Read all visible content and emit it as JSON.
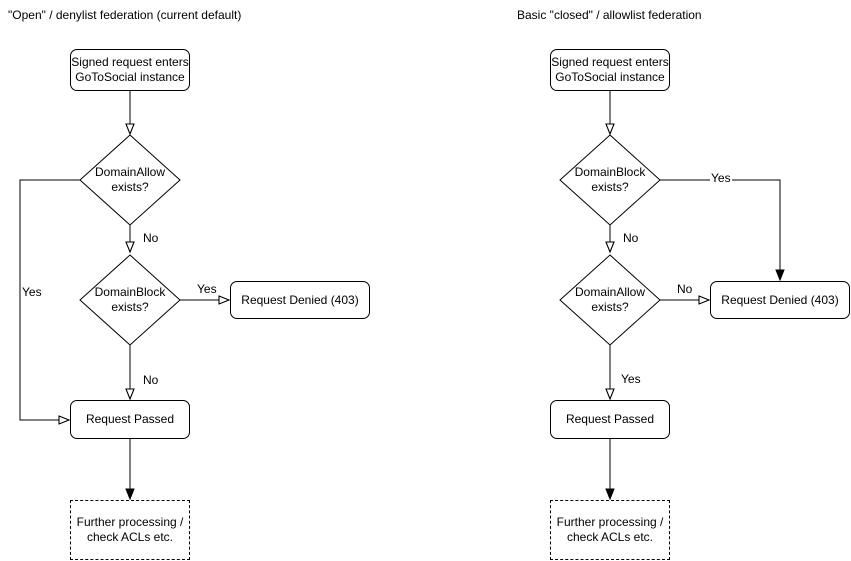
{
  "canvas": {
    "background": "#ffffff",
    "line_color": "#000000",
    "text_color": "#000000"
  },
  "left": {
    "title": "\"Open\" / denylist federation (current default)",
    "nodes": {
      "start": "Signed request enters\nGoToSocial instance",
      "decision1": "DomainAllow\nexists?",
      "decision2": "DomainBlock\nexists?",
      "denied": "Request Denied (403)",
      "passed": "Request Passed",
      "further": "Further processing /\ncheck ACLs etc."
    },
    "labels": {
      "decision1_yes": "Yes",
      "decision1_no": "No",
      "decision2_yes": "Yes",
      "decision2_no": "No"
    }
  },
  "right": {
    "title": "Basic \"closed\" / allowlist federation",
    "nodes": {
      "start": "Signed request enters\nGoToSocial instance",
      "decision1": "DomainBlock\nexists?",
      "decision2": "DomainAllow\nexists?",
      "denied": "Request Denied (403)",
      "passed": "Request Passed",
      "further": "Further processing /\ncheck ACLs etc."
    },
    "labels": {
      "decision1_yes": "Yes",
      "decision1_no": "No",
      "decision2_no": "No",
      "decision2_yes": "Yes"
    }
  }
}
